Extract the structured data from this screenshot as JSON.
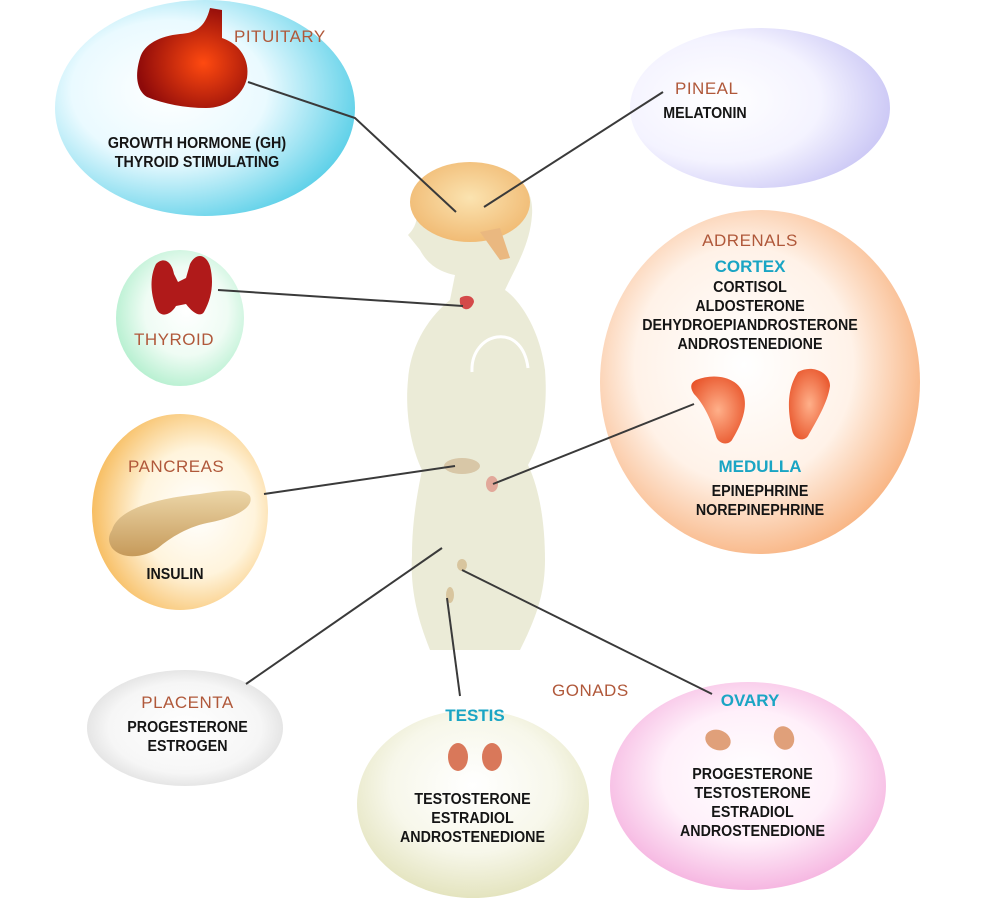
{
  "pituitary": {
    "name": "PITUITARY",
    "hormones": [
      "GROWTH HORMONE (GH)",
      "THYROID STIMULATING"
    ]
  },
  "pineal": {
    "name": "PINEAL",
    "hormones": [
      "MELATONIN"
    ]
  },
  "thyroid": {
    "name": "THYROID"
  },
  "adrenals": {
    "name": "ADRENALS",
    "cortex": {
      "name": "CORTEX",
      "hormones": [
        "CORTISOL",
        "ALDOSTERONE",
        "DEHYDROEPIANDROSTERONE",
        "ANDROSTENEDIONE"
      ]
    },
    "medulla": {
      "name": "MEDULLA",
      "hormones": [
        "EPINEPHRINE",
        "NOREPINEPHRINE"
      ]
    }
  },
  "pancreas": {
    "name": "PANCREAS",
    "hormones": [
      "INSULIN"
    ]
  },
  "placenta": {
    "name": "PLACENTA",
    "hormones": [
      "PROGESTERONE",
      "ESTROGEN"
    ]
  },
  "gonads": {
    "name": "GONADS",
    "testis": {
      "name": "TESTIS",
      "hormones": [
        "TESTOSTERONE",
        "ESTRADIOL",
        "ANDROSTENEDIONE"
      ]
    },
    "ovary": {
      "name": "OVARY",
      "hormones": [
        "PROGESTERONE",
        "TESTOSTERONE",
        "ESTRADIOL",
        "ANDROSTENEDIONE"
      ]
    }
  },
  "colors": {
    "gland_label": "#b0583a",
    "sub_label": "#1aa5c4",
    "hormone_text": "#151515",
    "pituitary_bubble": "#5cd0e8",
    "pineal_bubble": "#c6c2f4",
    "thyroid_bubble": "#a6ecc6",
    "adrenals_bubble": "#f7a970",
    "pancreas_bubble": "#f6b44c",
    "placenta_bubble": "#cfcfcf",
    "testis_bubble": "#e0e0b6",
    "ovary_bubble": "#f3a6da",
    "body_fill": "#ebebd7",
    "connector_line": "#3a3a3a"
  }
}
